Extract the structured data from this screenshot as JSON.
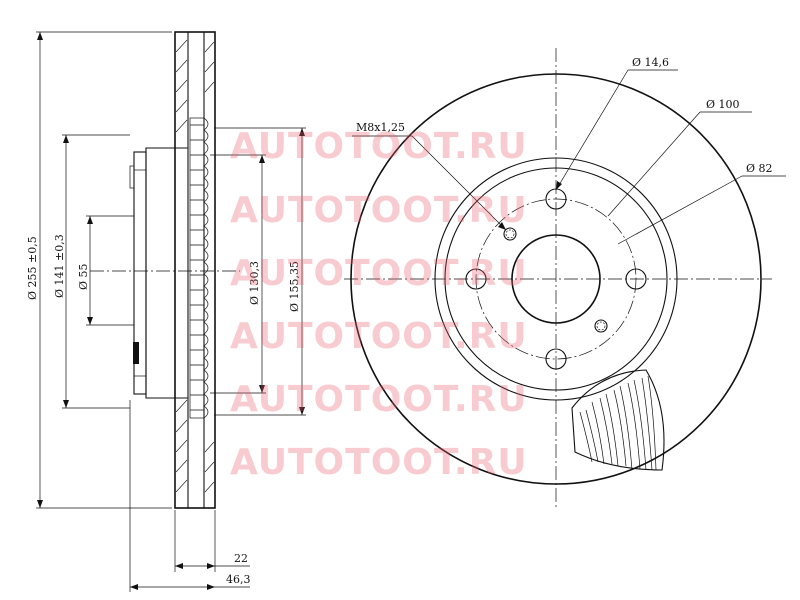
{
  "section_view": {
    "dim_outer_diameter": "Ø 255 ±0,5",
    "dim_hub_diameter": "Ø 141 ±0,3",
    "dim_center_bore": "Ø 55",
    "dim_friction_inner": "Ø 130,3",
    "dim_friction_outer": "Ø 155,35",
    "dim_disc_thickness": "22",
    "dim_total_height": "46,3"
  },
  "front_view": {
    "dim_bolt_hole": "Ø 14,6",
    "dim_pcd": "Ø 100",
    "dim_bore_circle": "Ø 82",
    "thread_label": "M8x1,25"
  },
  "watermark": {
    "lines": [
      "AUTOTOOT.RU",
      "AUTOTOOT.RU",
      "AUTOTOOT.RU",
      "AUTOTOOT.RU",
      "AUTOTOOT.RU",
      "AUTOTOOT.RU"
    ],
    "color": "#e8606b"
  }
}
